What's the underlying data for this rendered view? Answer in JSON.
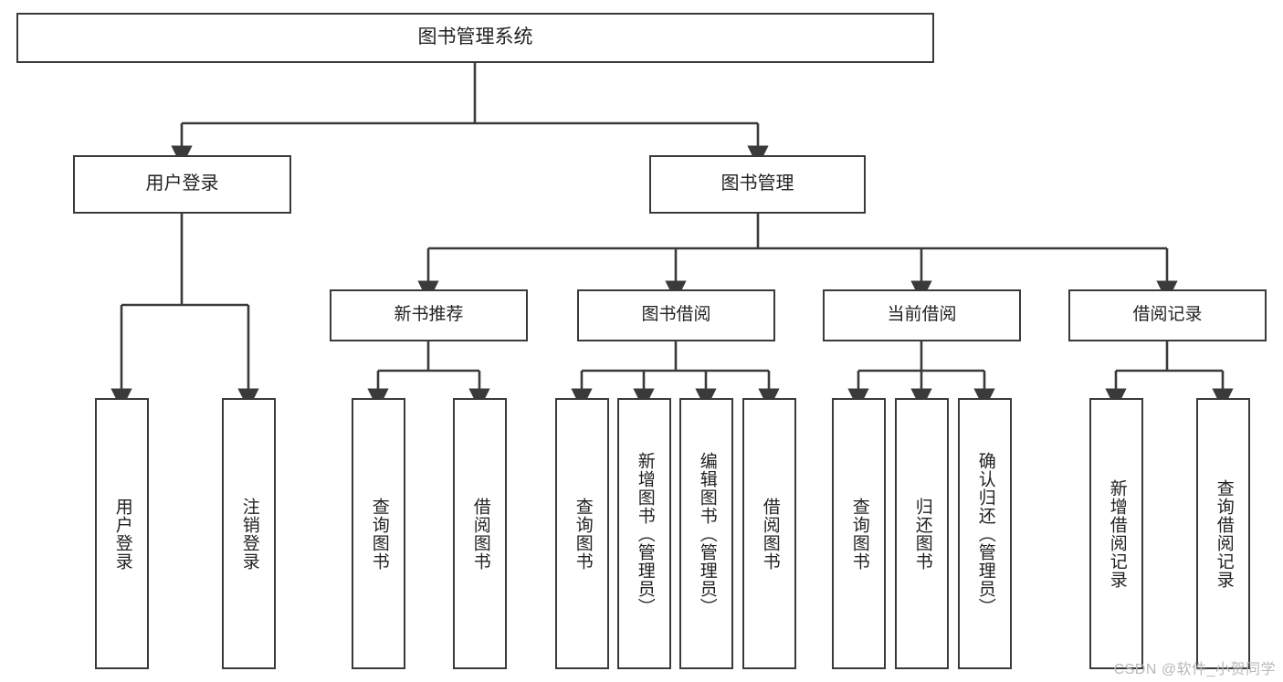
{
  "diagram": {
    "title": "图书管理系统",
    "type": "tree",
    "root": {
      "id": "root",
      "label": "图书管理系统"
    },
    "level2": [
      {
        "id": "user-login",
        "label": "用户登录"
      },
      {
        "id": "book-manage",
        "label": "图书管理"
      }
    ],
    "level3": [
      {
        "id": "new-book-recommend",
        "label": "新书推荐"
      },
      {
        "id": "book-borrow",
        "label": "图书借阅"
      },
      {
        "id": "current-borrow",
        "label": "当前借阅"
      },
      {
        "id": "borrow-record",
        "label": "借阅记录"
      }
    ],
    "leaves": [
      {
        "id": "leaf-user-login",
        "label": "用户登录",
        "parent": "user-login"
      },
      {
        "id": "leaf-logout",
        "label": "注销登录",
        "parent": "user-login"
      },
      {
        "id": "leaf-query-book-1",
        "label": "查询图书",
        "parent": "new-book-recommend"
      },
      {
        "id": "leaf-borrow-book-1",
        "label": "借阅图书",
        "parent": "new-book-recommend"
      },
      {
        "id": "leaf-query-book-2",
        "label": "查询图书",
        "parent": "book-borrow"
      },
      {
        "id": "leaf-add-book",
        "label": "新增图书（管理员）",
        "parent": "book-borrow"
      },
      {
        "id": "leaf-edit-book",
        "label": "编辑图书（管理员）",
        "parent": "book-borrow"
      },
      {
        "id": "leaf-borrow-book-2",
        "label": "借阅图书",
        "parent": "book-borrow"
      },
      {
        "id": "leaf-query-book-3",
        "label": "查询图书",
        "parent": "current-borrow"
      },
      {
        "id": "leaf-return-book",
        "label": "归还图书",
        "parent": "current-borrow"
      },
      {
        "id": "leaf-confirm-return",
        "label": "确认归还（管理员）",
        "parent": "current-borrow"
      },
      {
        "id": "leaf-add-record",
        "label": "新增借阅记录",
        "parent": "borrow-record"
      },
      {
        "id": "leaf-query-record",
        "label": "查询借阅记录",
        "parent": "borrow-record"
      }
    ],
    "colors": {
      "box_border": "#3a3a3a",
      "box_fill": "#ffffff",
      "connector": "#3a3a3a",
      "text": "#222222",
      "watermark": "#b9b9b9"
    }
  },
  "watermark": {
    "text": "CSDN @软件_小贺同学"
  }
}
